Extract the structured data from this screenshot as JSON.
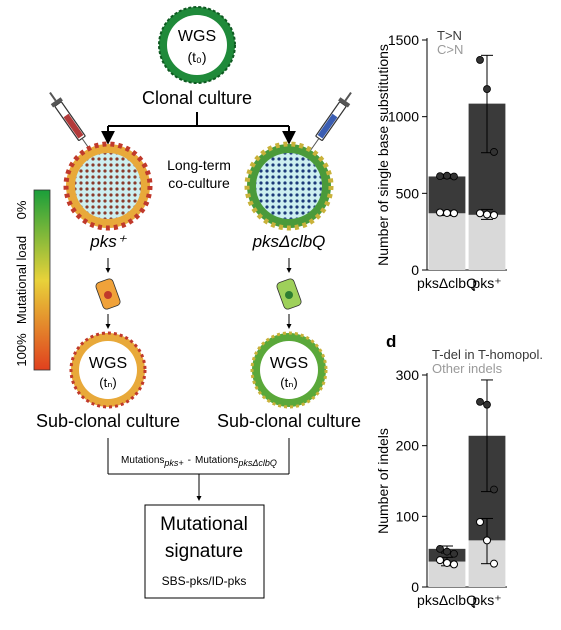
{
  "workflow": {
    "wgs_label": "WGS",
    "t0_label": "(t₀)",
    "tn_label": "(tₙ)",
    "clonal_culture": "Clonal culture",
    "co_culture_line1": "Long-term",
    "co_culture_line2": "co-culture",
    "strain_wt": "pks⁺",
    "strain_mut": "pksΔclbQ",
    "subclonal_culture": "Sub-clonal culture",
    "subtraction": {
      "minuend_prefix": "Mutations",
      "minuend_sub": "pks+",
      "operator": "-",
      "subtrahend_prefix": "Mutations",
      "subtrahend_sub": "pksΔclbQ"
    },
    "signature_line1": "Mutational",
    "signature_line2": "signature",
    "signature_line3": "SBS-pks/ID-pks",
    "load_scale": {
      "label": "Mutational load",
      "top_label": "0%",
      "bottom_label": "100%",
      "colors": [
        "#1a9e3a",
        "#e8d23a",
        "#e0401e"
      ]
    }
  },
  "chart_data": [
    {
      "type": "bar",
      "panel": "",
      "ylabel": "Number of single base substitutions",
      "categories": [
        "pksΔclbQ",
        "pks⁺"
      ],
      "ylim": [
        0,
        1500
      ],
      "yticks": [
        0,
        500,
        1000,
        1500
      ],
      "stacked": true,
      "legend": [
        {
          "label": "T>N",
          "color": "#3a3a3a"
        },
        {
          "label": "C>N",
          "color": "#9a9a9a"
        }
      ],
      "series": [
        {
          "name": "C>N",
          "color": "#d9d9d9",
          "values": [
            370,
            360
          ]
        },
        {
          "name": "T>N",
          "color": "#3a3a3a",
          "values": [
            240,
            725
          ]
        }
      ],
      "error_bars": [
        [
          598,
          625
        ],
        [
          765,
          1400
        ]
      ],
      "lower_error_bars": [
        [
          355,
          385
        ],
        [
          330,
          395
        ]
      ],
      "points_total": [
        [
          612,
          615,
          610
        ],
        [
          1370,
          1180,
          770
        ]
      ],
      "points_lower": [
        [
          375,
          372,
          370
        ],
        [
          370,
          362,
          358
        ]
      ]
    },
    {
      "type": "bar",
      "panel": "d",
      "ylabel": "Number of indels",
      "categories": [
        "pksΔclbQ",
        "pks⁺"
      ],
      "ylim": [
        0,
        300
      ],
      "yticks": [
        0,
        100,
        200,
        300
      ],
      "stacked": true,
      "legend": [
        {
          "label": "T-del in T-homopol.",
          "color": "#3a3a3a"
        },
        {
          "label": "Other indels",
          "color": "#9a9a9a"
        }
      ],
      "series": [
        {
          "name": "Other indels",
          "color": "#d9d9d9",
          "values": [
            36,
            66
          ]
        },
        {
          "name": "T-del in T-homopol.",
          "color": "#3a3a3a",
          "values": [
            18,
            148
          ]
        }
      ],
      "error_bars": [
        [
          48,
          58
        ],
        [
          135,
          293
        ]
      ],
      "lower_error_bars": [
        [
          30,
          42
        ],
        [
          33,
          97
        ]
      ],
      "points_total": [
        [
          54,
          50,
          47
        ],
        [
          262,
          258,
          138
        ]
      ],
      "points_lower": [
        [
          38,
          34,
          32
        ],
        [
          92,
          66,
          33
        ]
      ]
    }
  ]
}
